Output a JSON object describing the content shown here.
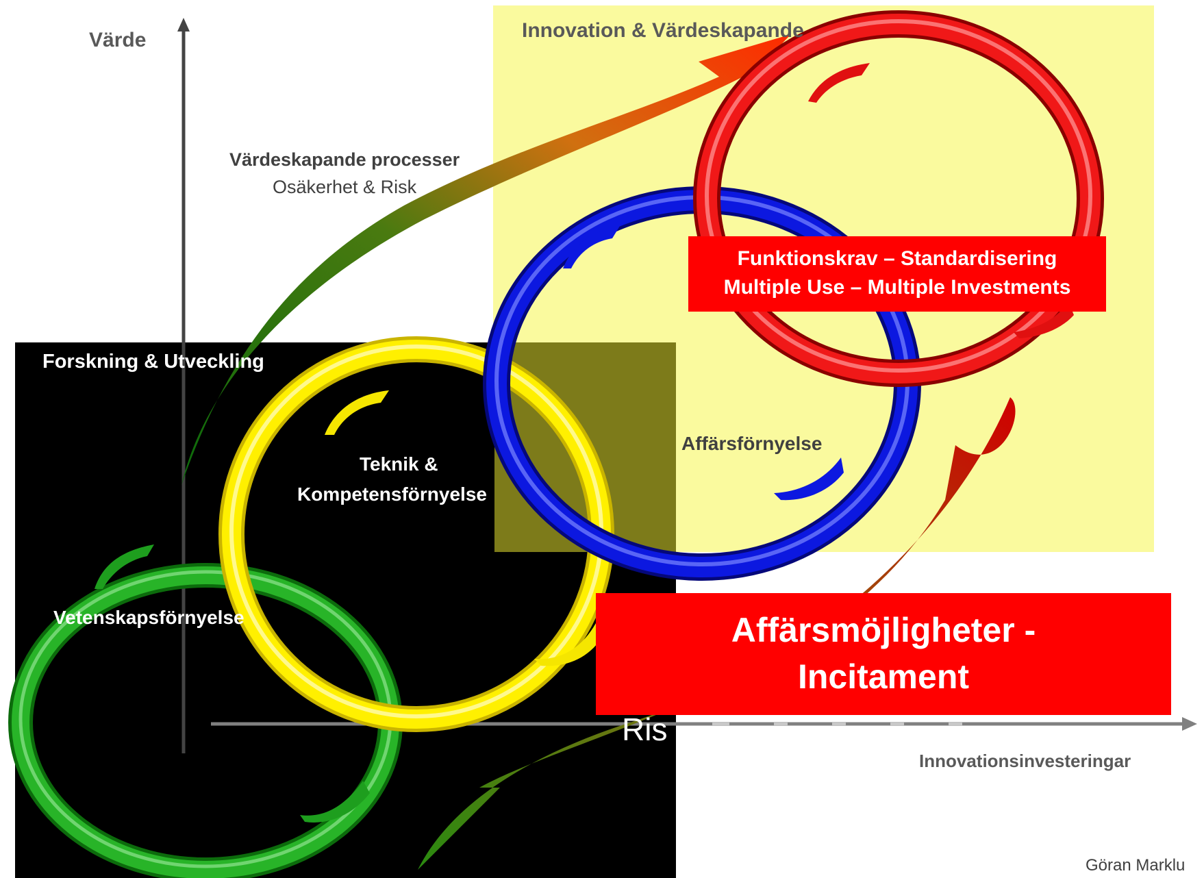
{
  "axes": {
    "y_label": "Värde",
    "x_label": "Innovationsinvesteringar"
  },
  "regions": {
    "innovation": {
      "title": "Innovation & Värdeskapande"
    },
    "research": {
      "title": "Forskning & Utveckling"
    }
  },
  "process": {
    "title": "Värdeskapande processer",
    "subtitle": "Osäkerhet & Risk"
  },
  "rings": {
    "science": {
      "label": "Vetenskapsförnyelse"
    },
    "tech": {
      "label_line1": "Teknik &",
      "label_line2": "Kompetensförnyelse"
    },
    "business": {
      "label": "Affärsförnyelse"
    }
  },
  "function_box": {
    "line1": "Funktionskrav – Standardisering",
    "line2": "Multiple Use – Multiple Investments"
  },
  "opportunity_box": {
    "line1": "Affärsmöjligheter -",
    "line2": "Incitament"
  },
  "risk_text": "Ris",
  "author": "Göran Marklu",
  "colors": {
    "green_ring": "#1f9e1f",
    "yellow_ring": "#ffeb00",
    "blue_ring": "#0a14d8",
    "red_ring": "#ee1111",
    "yellow_bg": "#fafa9e",
    "olive_overlap": "#7d7b1a",
    "black_bg": "#000000",
    "red_box": "#ff0000"
  }
}
